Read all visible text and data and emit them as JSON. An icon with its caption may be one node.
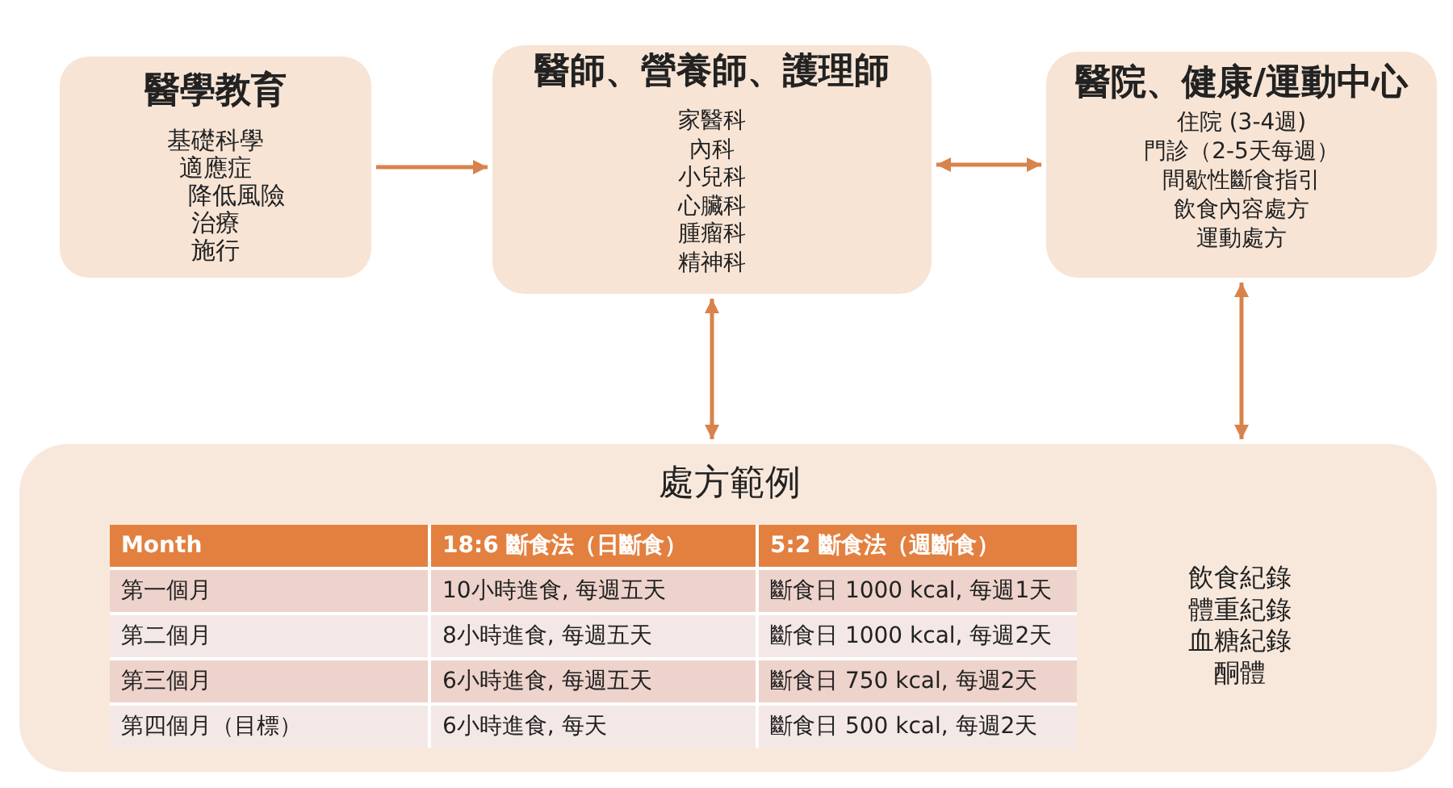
{
  "diagram": {
    "nodes": [
      {
        "text": [
          "醫學教育",
          "基礎科學",
          "適應症",
          "降低風險",
          "治療",
          "施行"
        ]
      },
      {
        "text": [
          "醫師、營養師、護理師",
          "家醫科",
          "內科",
          "小兒科",
          "心臟科",
          "腫瘤科",
          "精神科"
        ]
      },
      {
        "text": [
          "醫院、健康/運動中心",
          "住院 (3-4週)",
          "門診（2-5天每週）",
          "間歇性斷食指引",
          "飲食內容處方",
          "運動處方"
        ]
      },
      {
        "text": [
          "處方範例",
          "飲食紀錄",
          "體重紀錄",
          "血糖紀錄",
          "酮體"
        ]
      }
    ],
    "edges": [
      {
        "from": 0,
        "to": 1,
        "arrow": "to"
      },
      {
        "from": 1,
        "to": 2,
        "arrow": "both"
      },
      {
        "from": 1,
        "to": 3,
        "arrow": "both"
      },
      {
        "from": 2,
        "to": 3,
        "arrow": "both"
      }
    ],
    "labels": [
      "Month",
      "18:6 斷食法（日斷食）",
      "5:2 斷食法（週斷食）",
      "第一個月",
      "10小時進食, 每週五天",
      "斷食日 1000 kcal, 每週1天",
      "第二個月",
      "8小時進食, 每週五天",
      "斷食日 1000 kcal, 每週2天",
      "第三個月",
      "6小時進食, 每週五天",
      "斷食日 750 kcal, 每週2天",
      "第四個月（目標）",
      "6小時進食, 每天",
      "斷食日 500 kcal, 每週2天"
    ]
  }
}
